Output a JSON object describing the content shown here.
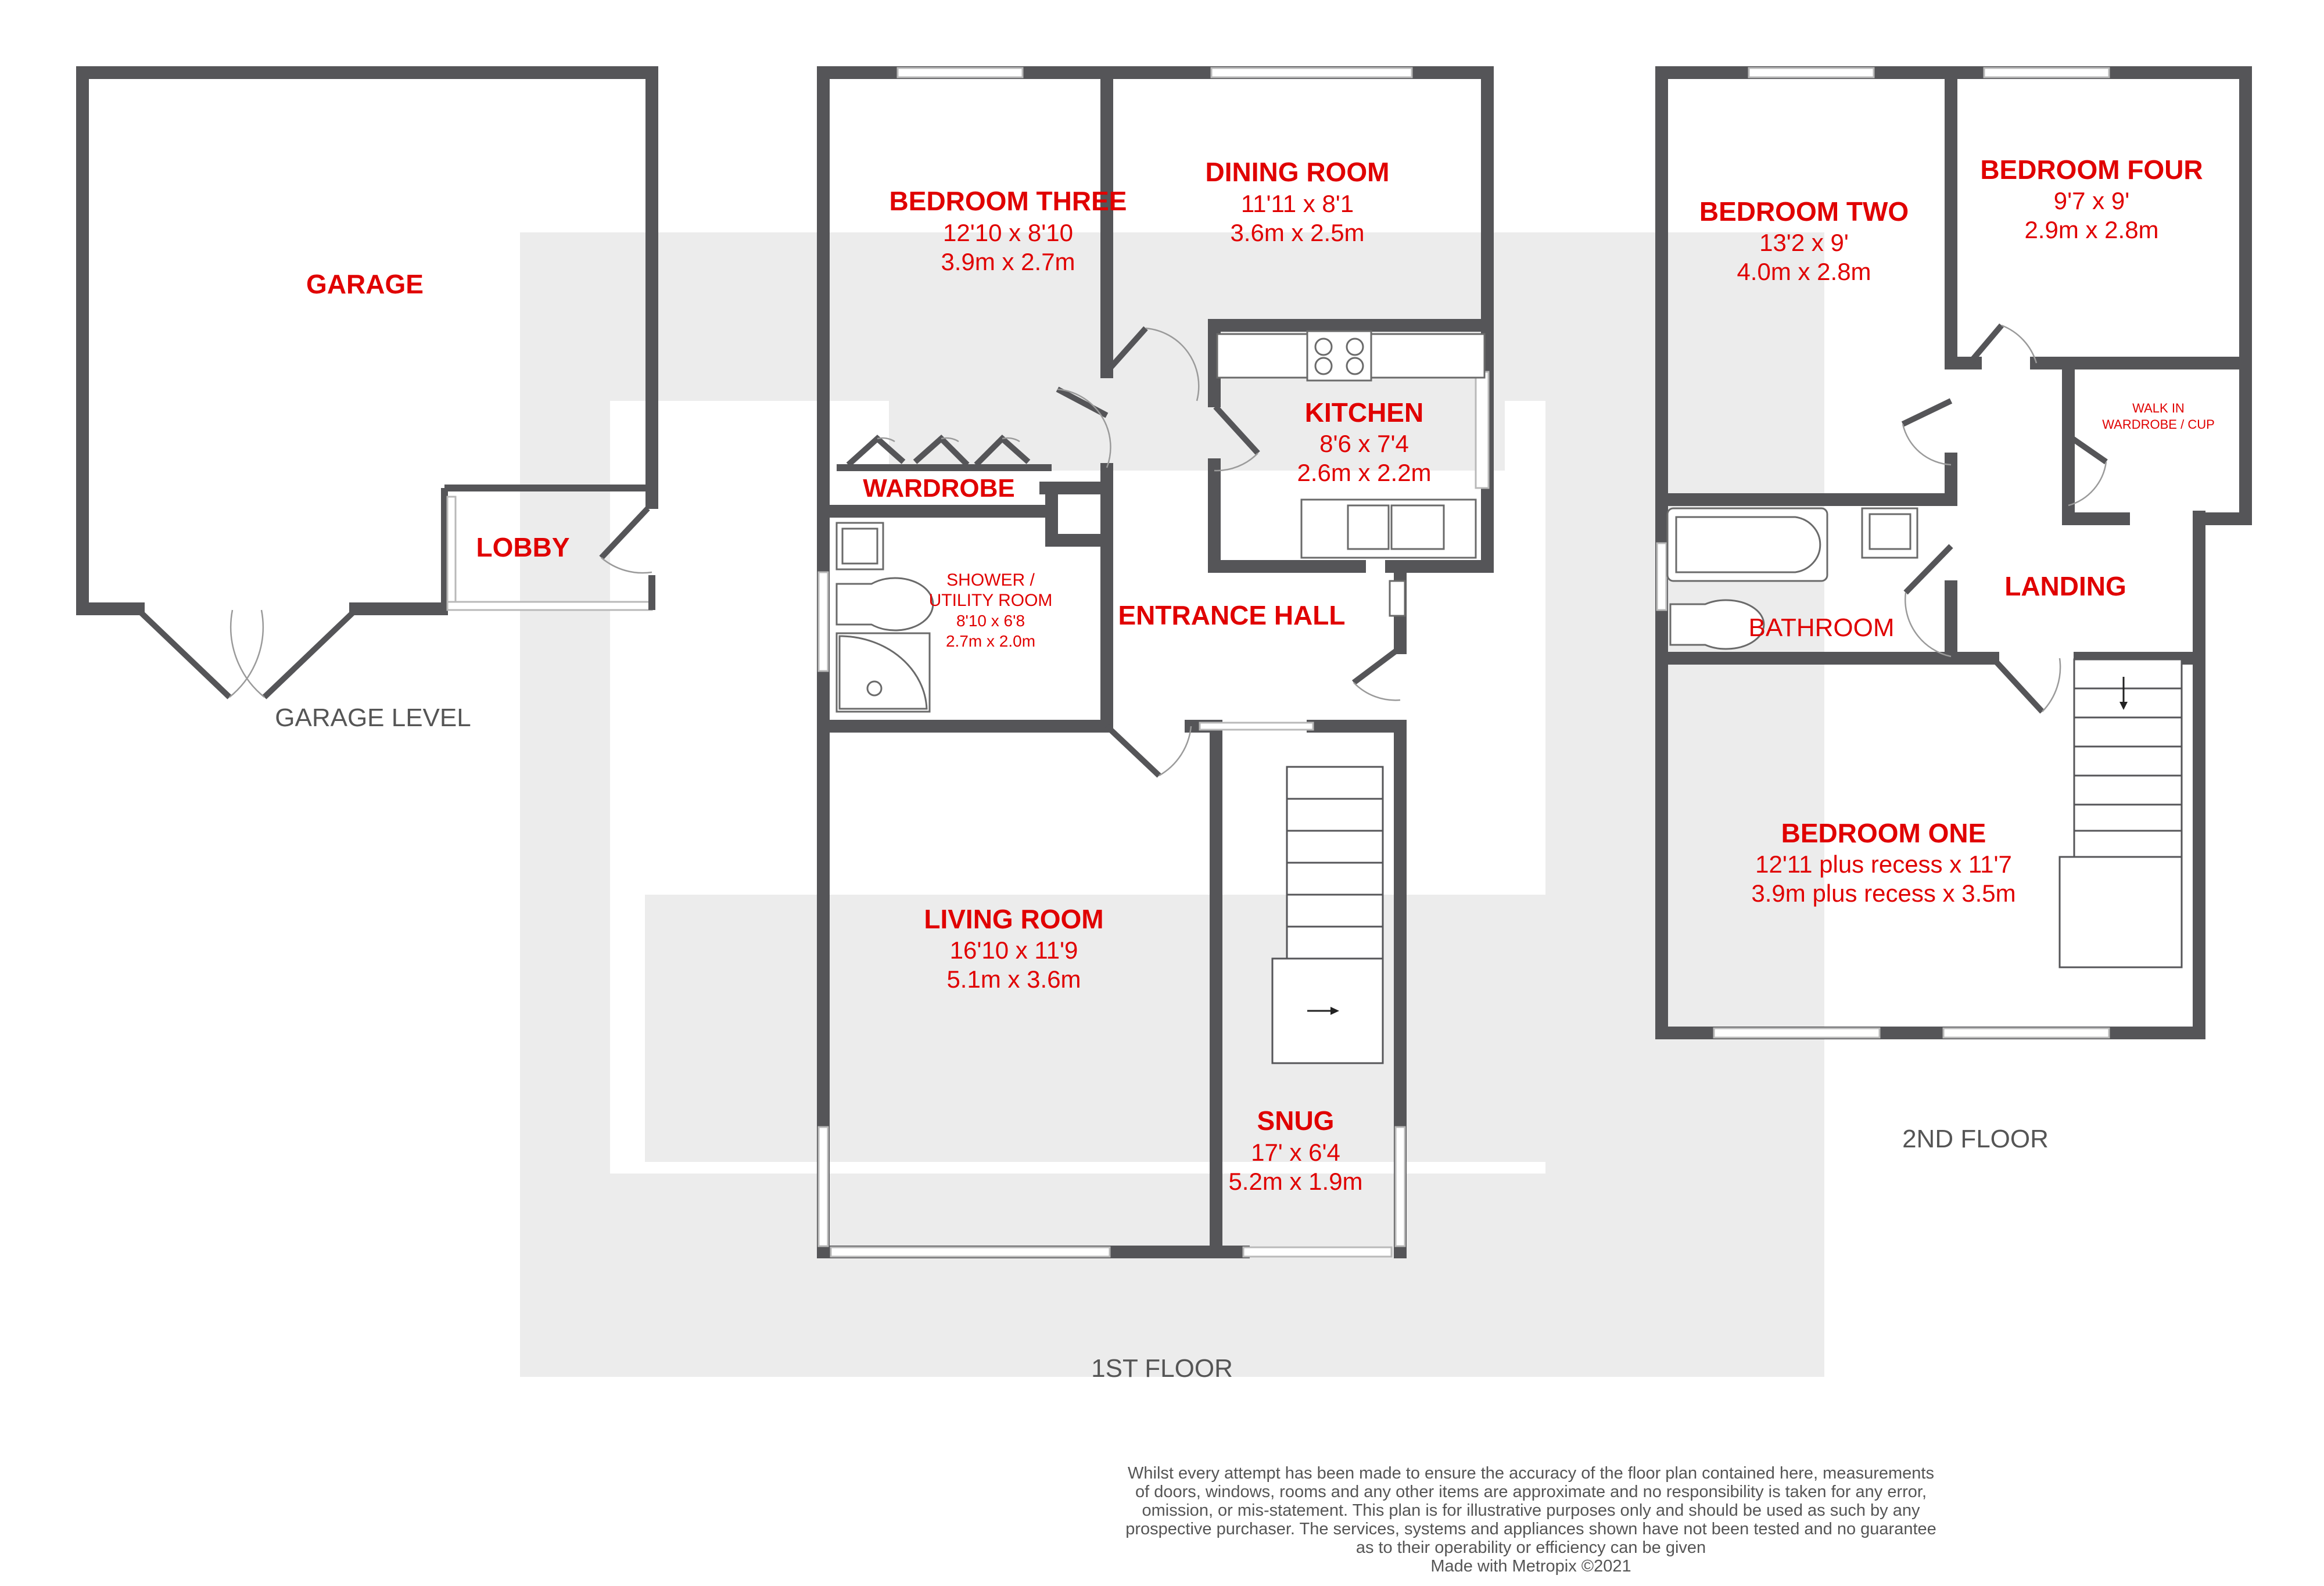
{
  "rooms": {
    "garage": {
      "name": "GARAGE"
    },
    "lobby": {
      "name": "LOBBY"
    },
    "bedroom_three": {
      "name": "BEDROOM THREE",
      "imperial": "12'10 x 8'10",
      "metric": "3.9m x 2.7m"
    },
    "dining_room": {
      "name": "DINING ROOM",
      "imperial": "11'11 x 8'1",
      "metric": "3.6m x 2.5m"
    },
    "kitchen": {
      "name": "KITCHEN",
      "imperial": "8'6 x 7'4",
      "metric": "2.6m x 2.2m"
    },
    "wardrobe": {
      "name": "WARDROBE"
    },
    "shower_utility": {
      "name_line1": "SHOWER /",
      "name_line2": "UTILITY ROOM",
      "imperial": "8'10 x 6'8",
      "metric": "2.7m x 2.0m"
    },
    "entrance_hall": {
      "name": "ENTRANCE HALL"
    },
    "living_room": {
      "name": "LIVING ROOM",
      "imperial": "16'10 x 11'9",
      "metric": "5.1m x 3.6m"
    },
    "snug": {
      "name": "SNUG",
      "imperial": "17' x 6'4",
      "metric": "5.2m x 1.9m"
    },
    "bedroom_two": {
      "name": "BEDROOM TWO",
      "imperial": "13'2 x 9'",
      "metric": "4.0m x 2.8m"
    },
    "bedroom_four": {
      "name": "BEDROOM FOUR",
      "imperial": "9'7 x 9'",
      "metric": "2.9m x 2.8m"
    },
    "walk_in": {
      "name_line1": "WALK IN",
      "name_line2": "WARDROBE / CUP"
    },
    "bathroom": {
      "name": "BATHROOM"
    },
    "landing": {
      "name": "LANDING"
    },
    "bedroom_one": {
      "name": "BEDROOM ONE",
      "imperial": "12'11 plus recess x 11'7",
      "metric": "3.9m plus recess x 3.5m"
    }
  },
  "floor_labels": {
    "garage_level": "GARAGE LEVEL",
    "first_floor": "1ST FLOOR",
    "second_floor": "2ND FLOOR"
  },
  "disclaimer": [
    "Whilst every attempt has been made to ensure the accuracy of the floor plan contained here, measurements",
    "of doors, windows, rooms and any other items are approximate and no responsibility is taken for any error,",
    "omission, or mis-statement. This plan is for illustrative purposes only and should be used as such by any",
    "prospective purchaser. The services, systems and appliances shown have not been tested and no guarantee",
    "as to their operability or efficiency can be given",
    "Made with Metropix ©2021"
  ],
  "colors": {
    "label": "#e00000",
    "wall": "#555558",
    "watermark": "#ececec"
  }
}
